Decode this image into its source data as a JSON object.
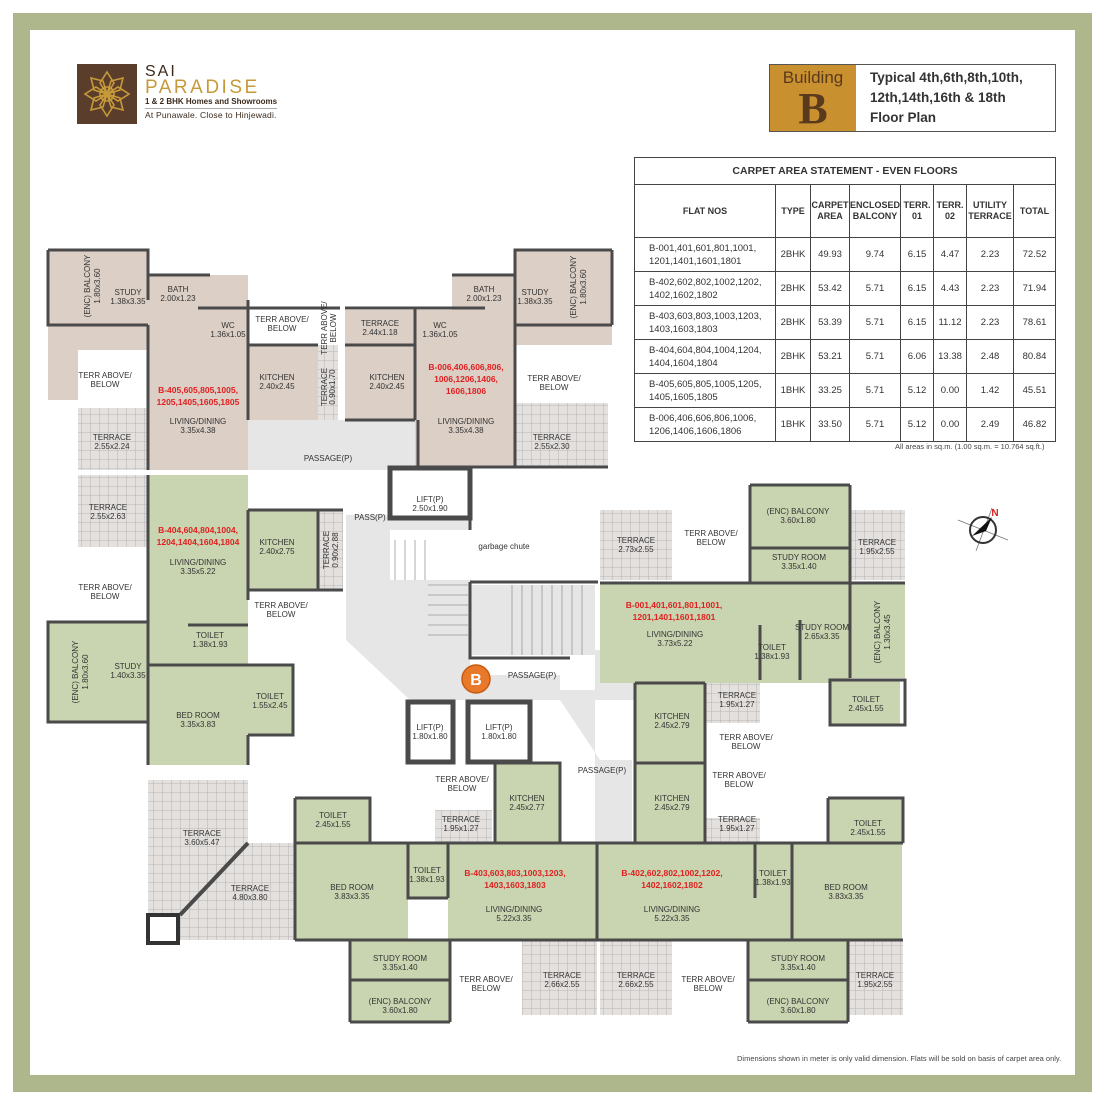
{
  "brand": {
    "name_line1": "SAI",
    "name_line2": "PARADISE",
    "tagline": "1 & 2 BHK Homes and Showrooms",
    "location": "At Punawale. Close to Hinjewadi.",
    "brand_color": "#5a3e2b",
    "accent_color": "#c69a3a"
  },
  "building": {
    "word": "Building",
    "letter": "B",
    "floors_line1": "Typical 4th,6th,8th,10th,",
    "floors_line2": "12th,14th,16th & 18th",
    "floors_line3": "Floor Plan"
  },
  "carpet_table": {
    "title": "CARPET AREA STATEMENT - EVEN FLOORS",
    "headers": [
      "FLAT NOS",
      "TYPE",
      "CARPET AREA",
      "ENCLOSED BALCONY",
      "TERR. 01",
      "TERR. 02",
      "UTILITY TERRACE",
      "TOTAL"
    ],
    "rows": [
      {
        "flats_l1": "B-001,401,601,801,1001,",
        "flats_l2": "1201,1401,1601,1801",
        "type": "2BHK",
        "carpet": "49.93",
        "enc_balcony": "9.74",
        "terr01": "6.15",
        "terr02": "4.47",
        "utility": "2.23",
        "total": "72.52"
      },
      {
        "flats_l1": "B-402,602,802,1002,1202,",
        "flats_l2": "1402,1602,1802",
        "type": "2BHK",
        "carpet": "53.42",
        "enc_balcony": "5.71",
        "terr01": "6.15",
        "terr02": "4.43",
        "utility": "2.23",
        "total": "71.94"
      },
      {
        "flats_l1": "B-403,603,803,1003,1203,",
        "flats_l2": "1403,1603,1803",
        "type": "2BHK",
        "carpet": "53.39",
        "enc_balcony": "5.71",
        "terr01": "6.15",
        "terr02": "11.12",
        "utility": "2.23",
        "total": "78.61"
      },
      {
        "flats_l1": "B-404,604,804,1004,1204,",
        "flats_l2": "1404,1604,1804",
        "type": "2BHK",
        "carpet": "53.21",
        "enc_balcony": "5.71",
        "terr01": "6.06",
        "terr02": "13.38",
        "utility": "2.48",
        "total": "80.84"
      },
      {
        "flats_l1": "B-405,605,805,1005,1205,",
        "flats_l2": "1405,1605,1805",
        "type": "1BHK",
        "carpet": "33.25",
        "enc_balcony": "5.71",
        "terr01": "5.12",
        "terr02": "0.00",
        "utility": "1.42",
        "total": "45.51"
      },
      {
        "flats_l1": "B-006,406,606,806,1006,",
        "flats_l2": "1206,1406,1606,1806",
        "type": "1BHK",
        "carpet": "33.50",
        "enc_balcony": "5.71",
        "terr01": "5.12",
        "terr02": "0.00",
        "utility": "2.49",
        "total": "46.82"
      }
    ],
    "footnote": "All areas in sq.m. (1.00 sq.m. = 10.764 sq.ft.)"
  },
  "disclaimer": "Dimensions shown in meter is only valid dimension. Flats will be sold on basis of carpet area only.",
  "compass": {
    "label": "N",
    "icon": "north-arrow-icon"
  },
  "colors": {
    "frame": "#aeb78b",
    "flat_1bhk": "#dccfc6",
    "flat_2bhk": "#c9d4b0",
    "common": "#e6e6e6",
    "wall": "#4a4a4a",
    "door": "#c8a02a",
    "flat_label": "#e02020",
    "badge": "#e8782a"
  },
  "plan": {
    "badge": "B",
    "common": {
      "passage_top": "PASSAGE(P)",
      "pass": "PASS(P)",
      "passage_mid": "PASSAGE(P)",
      "passage_right": "PASSAGE(P)",
      "lift_main": "LIFT(P)",
      "lift_main_dim": "2.50x1.90",
      "lift_a": "LIFT(P)",
      "lift_a_dim": "1.80x1.80",
      "lift_b": "LIFT(P)",
      "lift_b_dim": "1.80x1.80",
      "garbage": "garbage chute"
    },
    "flat_405": {
      "label_l1": "B-405,605,805,1005,",
      "label_l2": "1205,1405,1605,1805",
      "balcony": "(ENC) BALCONY",
      "balcony_dim": "1.80x3.60",
      "study": "STUDY",
      "study_dim": "1.38x3.35",
      "bath": "BATH",
      "bath_dim": "2.00x1.23",
      "wc": "WC",
      "wc_dim": "1.36x1.05",
      "kitchen": "KITCHEN",
      "kitchen_dim": "2.40x2.45",
      "living": "LIVING/DINING",
      "living_dim": "3.35x4.38",
      "terrace": "TERRACE",
      "terrace_dim": "2.55x2.24",
      "terr_ab": "TERR ABOVE/",
      "terr_ab2": "BELOW",
      "terr_util": "TERRACE",
      "terr_util_dim": "0.90x1.70"
    },
    "flat_006": {
      "label_l1": "B-006,406,606,806,",
      "label_l2": "1006,1206,1406,",
      "label_l3": "1606,1806",
      "balcony": "(ENC) BALCONY",
      "balcony_dim": "1.80x3.60",
      "study": "STUDY",
      "study_dim": "1.38x3.35",
      "bath": "BATH",
      "bath_dim": "2.00x1.23",
      "wc": "WC",
      "wc_dim": "1.36x1.05",
      "terrace_top": "TERRACE",
      "terrace_top_dim": "2.44x1.18",
      "kitchen": "KITCHEN",
      "kitchen_dim": "2.40x2.45",
      "living": "LIVING/DINING",
      "living_dim": "3.35x4.38",
      "terrace": "TERRACE",
      "terrace_dim": "2.55x2.30"
    },
    "flat_404": {
      "label_l1": "B-404,604,804,1004,",
      "label_l2": "1204,1404,1604,1804",
      "terrace": "TERRACE",
      "terrace_dim": "2.55x2.63",
      "living": "LIVING/DINING",
      "living_dim": "3.35x5.22",
      "kitchen": "KITCHEN",
      "kitchen_dim": "2.40x2.75",
      "terr_util": "TERRACE",
      "terr_util_dim": "0.90x2.88",
      "balcony": "(ENC) BALCONY",
      "balcony_dim": "1.80x3.60",
      "study": "STUDY",
      "study_dim": "1.40x3.35",
      "toilet1": "TOILET",
      "toilet1_dim": "1.38x1.93",
      "toilet2": "TOILET",
      "toilet2_dim": "1.55x2.45",
      "bed": "BED ROOM",
      "bed_dim": "3.35x3.83",
      "terrace_big1": "TERRACE",
      "terrace_big1_dim": "3.60x5.47",
      "terrace_big2": "TERRACE",
      "terrace_big2_dim": "4.80x3.80"
    },
    "flat_001": {
      "label_l1": "B-001,401,601,801,1001,",
      "label_l2": "1201,1401,1601,1801",
      "terrace1": "TERRACE",
      "terrace1_dim": "2.73x2.55",
      "balcony": "(ENC) BALCONY",
      "balcony_dim": "3.60x1.80",
      "study1": "STUDY ROOM",
      "study1_dim": "3.35x1.40",
      "terrace2": "TERRACE",
      "terrace2_dim": "1.95x2.55",
      "living": "LIVING/DINING",
      "living_dim": "3.73x5.22",
      "study2": "STUDY ROOM",
      "study2_dim": "2.65x3.35",
      "balcony2": "(ENC) BALCONY",
      "balcony2_dim": "1.30x3.45",
      "toilet1": "TOILET",
      "toilet1_dim": "1.38x1.93",
      "toilet2": "TOILET",
      "toilet2_dim": "2.45x1.55",
      "kitchen": "KITCHEN",
      "kitchen_dim": "2.45x2.79",
      "terrace3": "TERRACE",
      "terrace3_dim": "1.95x1.27"
    },
    "flat_402": {
      "label_l1": "B-402,602,802,1002,1202,",
      "label_l2": "1402,1602,1802",
      "kitchen": "KITCHEN",
      "kitchen_dim": "2.45x2.79",
      "terrace_u": "TERRACE",
      "terrace_u_dim": "1.95x1.27",
      "toilet1": "TOILET",
      "toilet1_dim": "2.45x1.55",
      "toilet2": "TOILET",
      "toilet2_dim": "1.38x1.93",
      "bed": "BED ROOM",
      "bed_dim": "3.83x3.35",
      "living": "LIVING/DINING",
      "living_dim": "5.22x3.35",
      "study": "STUDY ROOM",
      "study_dim": "3.35x1.40",
      "balcony": "(ENC) BALCONY",
      "balcony_dim": "3.60x1.80",
      "terrace1": "TERRACE",
      "terrace1_dim": "2.66x2.55",
      "terrace2": "TERRACE",
      "terrace2_dim": "1.95x2.55"
    },
    "flat_403": {
      "label_l1": "B-403,603,803,1003,1203,",
      "label_l2": "1403,1603,1803",
      "kitchen": "KITCHEN",
      "kitchen_dim": "2.45x2.77",
      "terrace_u": "TERRACE",
      "terrace_u_dim": "1.95x1.27",
      "toilet1": "TOILET",
      "toilet1_dim": "2.45x1.55",
      "toilet2": "TOILET",
      "toilet2_dim": "1.38x1.93",
      "bed": "BED ROOM",
      "bed_dim": "3.83x3.35",
      "living": "LIVING/DINING",
      "living_dim": "5.22x3.35",
      "study": "STUDY ROOM",
      "study_dim": "3.35x1.40",
      "balcony": "(ENC) BALCONY",
      "balcony_dim": "3.60x1.80",
      "terrace1": "TERRACE",
      "terrace1_dim": "2.66x2.55"
    },
    "terr_above": "TERR ABOVE/",
    "terr_below": "BELOW"
  }
}
